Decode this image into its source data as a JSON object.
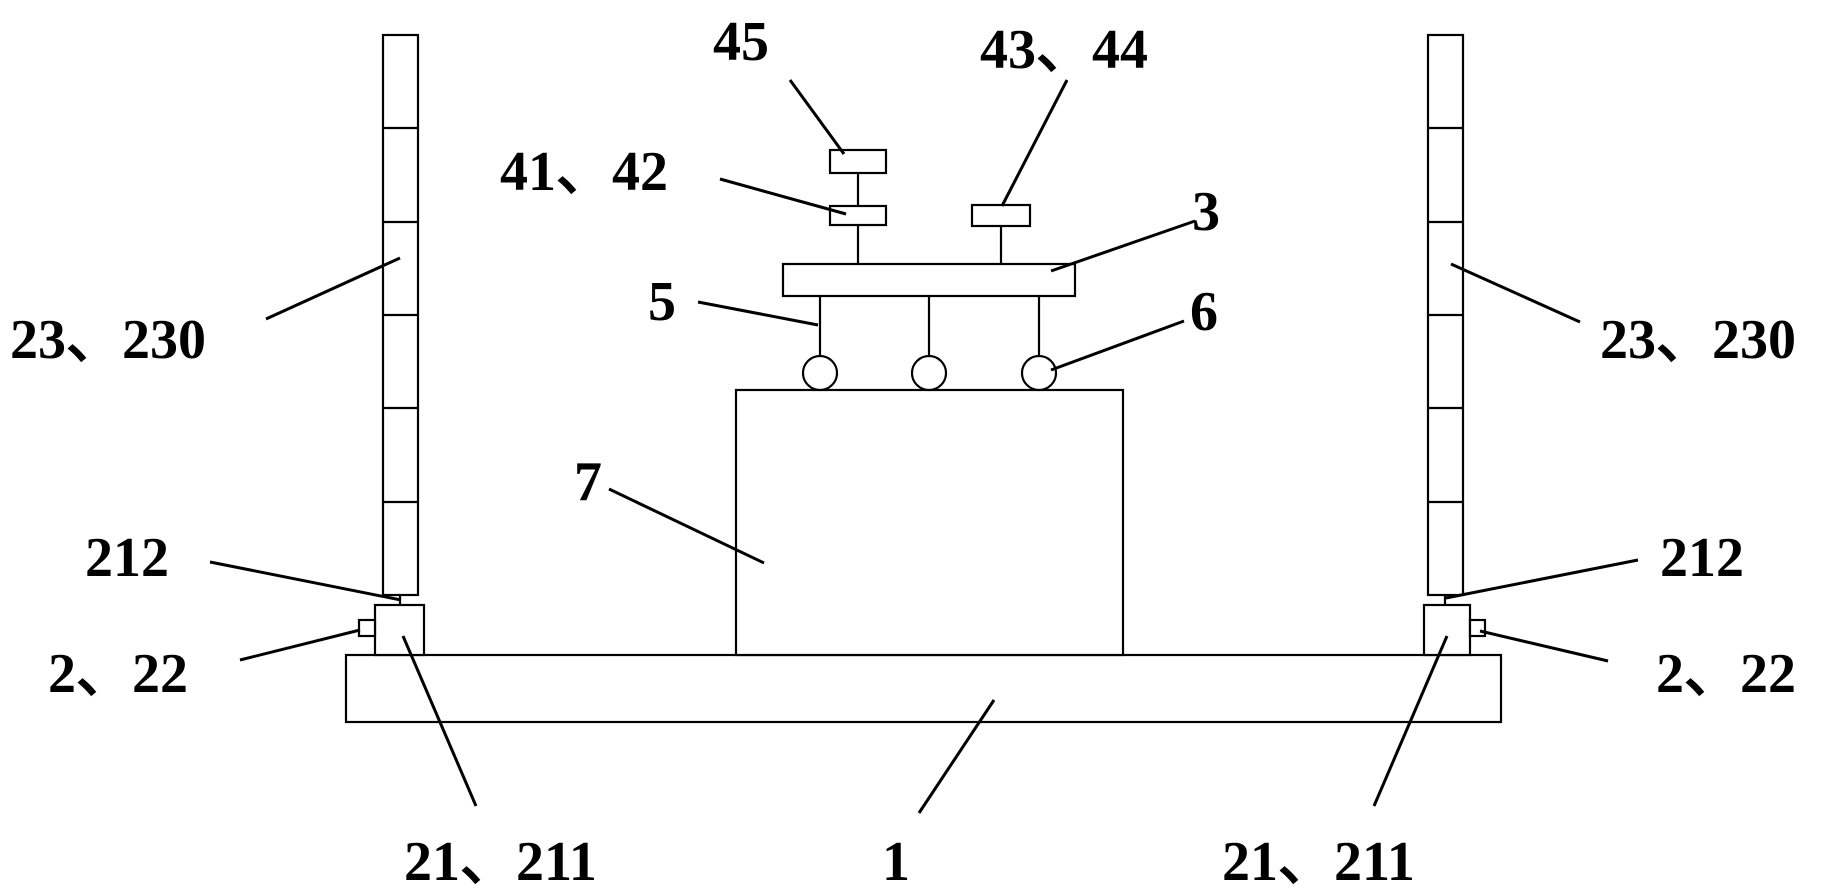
{
  "labels": {
    "l45": "45",
    "l43_44": "43、44",
    "l41_42": "41、42",
    "l3": "3",
    "l5": "5",
    "l6": "6",
    "l7": "7",
    "l23_230_left": "23、230",
    "l23_230_right": "23、230",
    "l212_left": "212",
    "l212_right": "212",
    "l2_22_left": "2、22",
    "l2_22_right": "2、22",
    "l21_211_left": "21、211",
    "l21_211_right": "21、211",
    "l1": "1"
  }
}
